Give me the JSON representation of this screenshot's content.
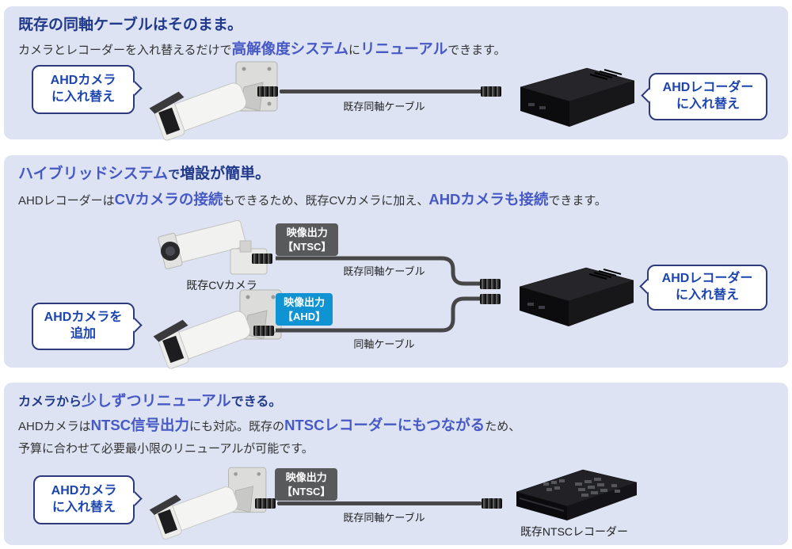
{
  "colors": {
    "panel_bg": "#dde3f3",
    "title_navy": "#21398a",
    "accent_blue": "#4659c4",
    "bubble_text_blue": "#1c44ae",
    "bubble_border_navy": "#2e3a7c",
    "badge_gray": "#58595b",
    "badge_blue": "#1093d2",
    "cable_gray": "#474747"
  },
  "panel1": {
    "title": "既存の同軸ケーブルはそのまま。",
    "sub": [
      "カメラとレコーダーを入れ替えるだけで",
      "高解像度システム",
      "に",
      "リニューアル",
      "できます。"
    ],
    "camera_bubble": [
      "AHDカメラ",
      "に入れ替え"
    ],
    "cable_label": "既存同軸ケーブル",
    "recorder_bubble": [
      "AHDレコーダー",
      "に入れ替え"
    ]
  },
  "panel2": {
    "title": [
      "ハイブリッドシステム",
      "で",
      "増設が簡単。"
    ],
    "sub": [
      "AHDレコーダーは",
      "CVカメラの接続",
      "もできるため、既存CVカメラに加え、",
      "AHDカメラも接続",
      "できます。"
    ],
    "cv_camera_label": "既存CVカメラ",
    "ntsc_badge": [
      "映像出力",
      "【NTSC】"
    ],
    "ahd_badge": [
      "映像出力",
      "【AHD】"
    ],
    "cable1_label": "既存同軸ケーブル",
    "cable2_label": "同軸ケーブル",
    "add_bubble": [
      "AHDカメラを",
      "追加"
    ],
    "recorder_bubble": [
      "AHDレコーダー",
      "に入れ替え"
    ]
  },
  "panel3": {
    "title": [
      "カメラから",
      "少しずつリニューアル",
      "できる。"
    ],
    "line2": [
      "AHDカメラは",
      "NTSC信号出力",
      "にも対応。既存の",
      "NTSCレコーダーにもつながる",
      "ため、"
    ],
    "line3": "予算に合わせて必要最小限のリニューアルが可能です。",
    "camera_bubble": [
      "AHDカメラ",
      "に入れ替え"
    ],
    "ntsc_badge": [
      "映像出力",
      "【NTSC】"
    ],
    "cable_label": "既存同軸ケーブル",
    "recorder_label": "既存NTSCレコーダー"
  }
}
